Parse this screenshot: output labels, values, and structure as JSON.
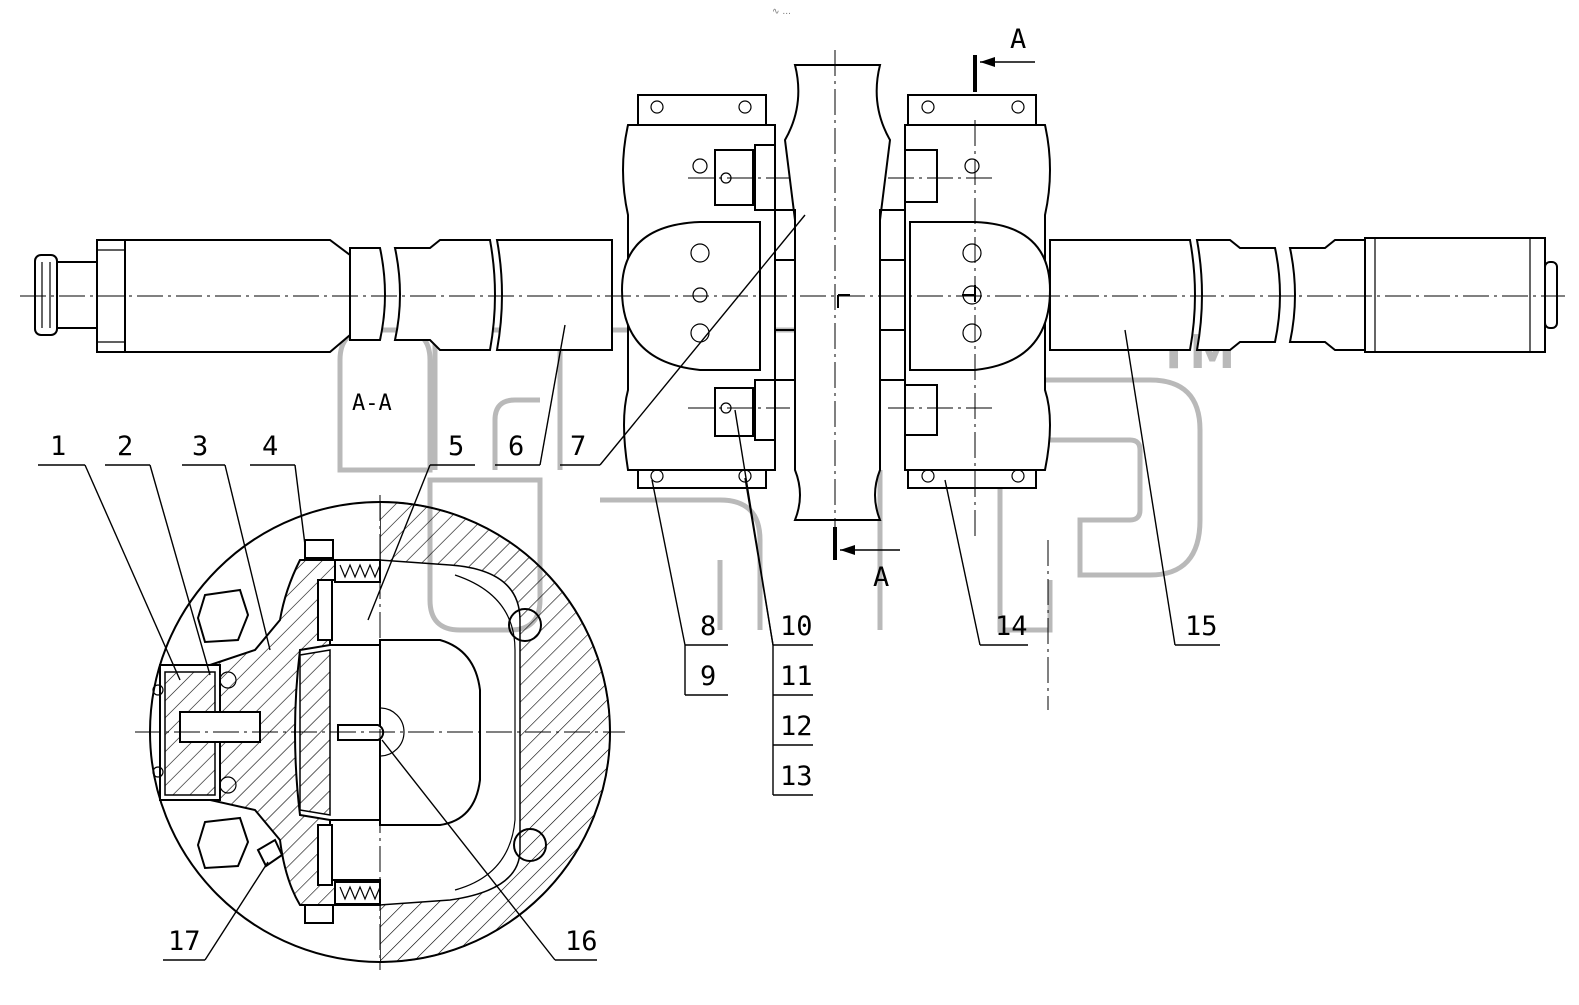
{
  "section_label": "A-A",
  "cut_marks": {
    "top": "A",
    "bottom": "A"
  },
  "part_labels": [
    "1",
    "2",
    "3",
    "4",
    "5",
    "6",
    "7",
    "8",
    "9",
    "10",
    "11",
    "12",
    "13",
    "14",
    "15",
    "16",
    "17"
  ],
  "watermark": {
    "trademark": "TM"
  },
  "loading_hint": "∿ ..."
}
